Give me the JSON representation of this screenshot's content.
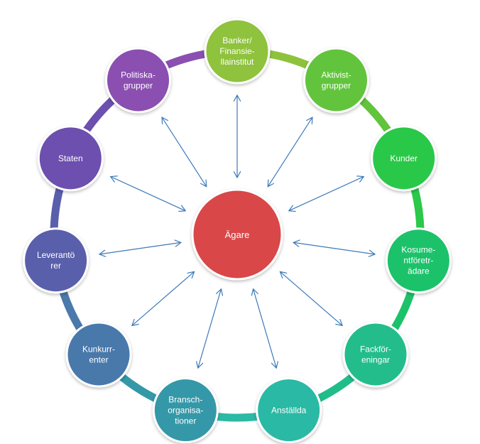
{
  "center": {
    "label": "Ägare",
    "color": "#d9464a"
  },
  "stakeholders": [
    {
      "id": "banker",
      "lines": [
        "Banker/",
        "Finansie-",
        "llainstitut"
      ],
      "color": "#8fc23c"
    },
    {
      "id": "aktivist",
      "lines": [
        "Aktivist-",
        "grupper"
      ],
      "color": "#62c43d"
    },
    {
      "id": "kunder",
      "lines": [
        "Kunder"
      ],
      "color": "#2bc84a"
    },
    {
      "id": "konsument",
      "lines": [
        "Kosume-",
        "ntföretr-",
        "ädare"
      ],
      "color": "#1cc26a"
    },
    {
      "id": "fack",
      "lines": [
        "Fackför-",
        "eningar"
      ],
      "color": "#20bd8a"
    },
    {
      "id": "anstallda",
      "lines": [
        "Anställda"
      ],
      "color": "#2cb9a5"
    },
    {
      "id": "bransch",
      "lines": [
        "Bransch-",
        "organisa-",
        "tioner"
      ],
      "color": "#3498a8"
    },
    {
      "id": "konkurrenter",
      "lines": [
        "Kunkurr-",
        "enter"
      ],
      "color": "#4a79ab"
    },
    {
      "id": "leverantorer",
      "lines": [
        "Leverantö",
        "rer"
      ],
      "color": "#5a5fac"
    },
    {
      "id": "staten",
      "lines": [
        "Staten"
      ],
      "color": "#6c4fae"
    },
    {
      "id": "politiska",
      "lines": [
        "Politiska-",
        "grupper"
      ],
      "color": "#8a4fb0"
    }
  ],
  "arrow_color": "#3d7ab8"
}
